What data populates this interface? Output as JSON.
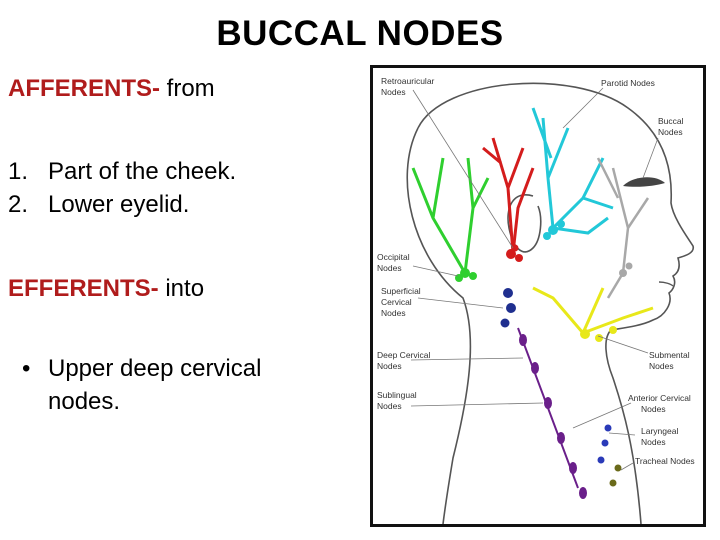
{
  "title": "BUCCAL NODES",
  "afferents": {
    "heading": "AFFERENTS-",
    "suffix": " from"
  },
  "afferent_items": [
    {
      "num": "1.",
      "text": "Part of the cheek."
    },
    {
      "num": "2.",
      "text": "Lower eyelid."
    }
  ],
  "efferents": {
    "heading": "EFFERENTS-",
    "suffix": " into"
  },
  "efferent_item": {
    "bullet": "•",
    "text": "Upper deep cervical nodes."
  },
  "figure": {
    "labels": {
      "retroauricular": [
        "Retroauricular",
        "Nodes"
      ],
      "parotid": [
        "Parotid Nodes"
      ],
      "buccal": [
        "Buccal",
        "Nodes"
      ],
      "occipital": [
        "Occipital",
        "Nodes"
      ],
      "superficial_cervical": [
        "Superficial",
        "Cervical",
        "Nodes"
      ],
      "deep_cervical": [
        "Deep Cervical",
        "Nodes"
      ],
      "subinguinal": [
        "Sublingual",
        "Nodes"
      ],
      "submental": [
        "Submental",
        "Nodes"
      ],
      "anterior_cervical": [
        "Anterior Cervical",
        "Nodes"
      ],
      "laryngeal": [
        "Laryngeal",
        "Nodes"
      ],
      "tracheal": [
        "Tracheal Nodes"
      ]
    },
    "colors": {
      "retroauricular": "#d41c1c",
      "parotid": "#22c8d8",
      "buccal": "#a8a8a8",
      "occipital": "#2fcf2f",
      "superficial_cervical": "#1f2f8f",
      "deep_cervical": "#6a1f8a",
      "submental": "#e8e81a",
      "laryngeal": "#2a3ab8",
      "tracheal": "#6a6a1a",
      "outline": "#555555"
    }
  }
}
